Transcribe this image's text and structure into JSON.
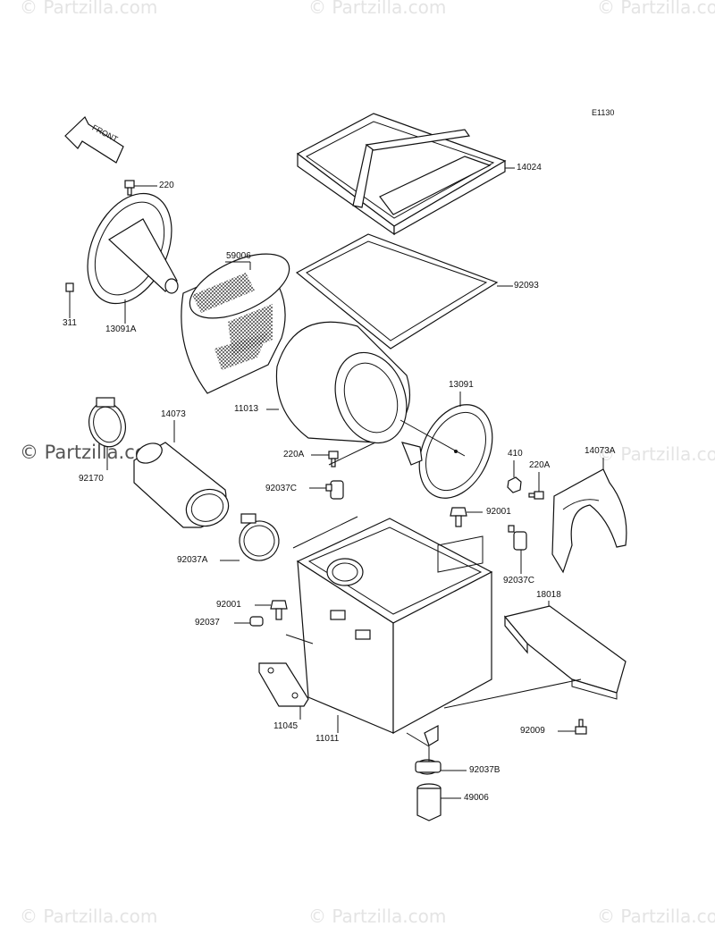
{
  "watermarks": {
    "tl": "© Partzilla.com",
    "tc": "© Partzilla.com",
    "tr": "© Partzilla.com",
    "ml": "© Partzilla.com",
    "mr": "© Partzilla.com",
    "bl": "© Partzilla.com",
    "bc": "© Partzilla.com",
    "br": "© Partzilla.com"
  },
  "diagram_code": "E1130",
  "front_arrow": "FRONT",
  "parts": {
    "p14024": "14024",
    "p220": "220",
    "p59006": "59006",
    "p92093": "92093",
    "p311": "311",
    "p13091A": "13091A",
    "p13091": "13091",
    "p14073": "14073",
    "p11013": "11013",
    "p410": "410",
    "p14073A": "14073A",
    "p220A_left": "220A",
    "p220A_right": "220A",
    "p92170": "92170",
    "p92037C_left": "92037C",
    "p92001_right": "92001",
    "p92037A": "92037A",
    "p92037C_right": "92037C",
    "p18018": "18018",
    "p92001_left": "92001",
    "p92037": "92037",
    "p11045": "11045",
    "p11011": "11011",
    "p92009": "92009",
    "p92037B": "92037B",
    "p49006": "49006"
  }
}
